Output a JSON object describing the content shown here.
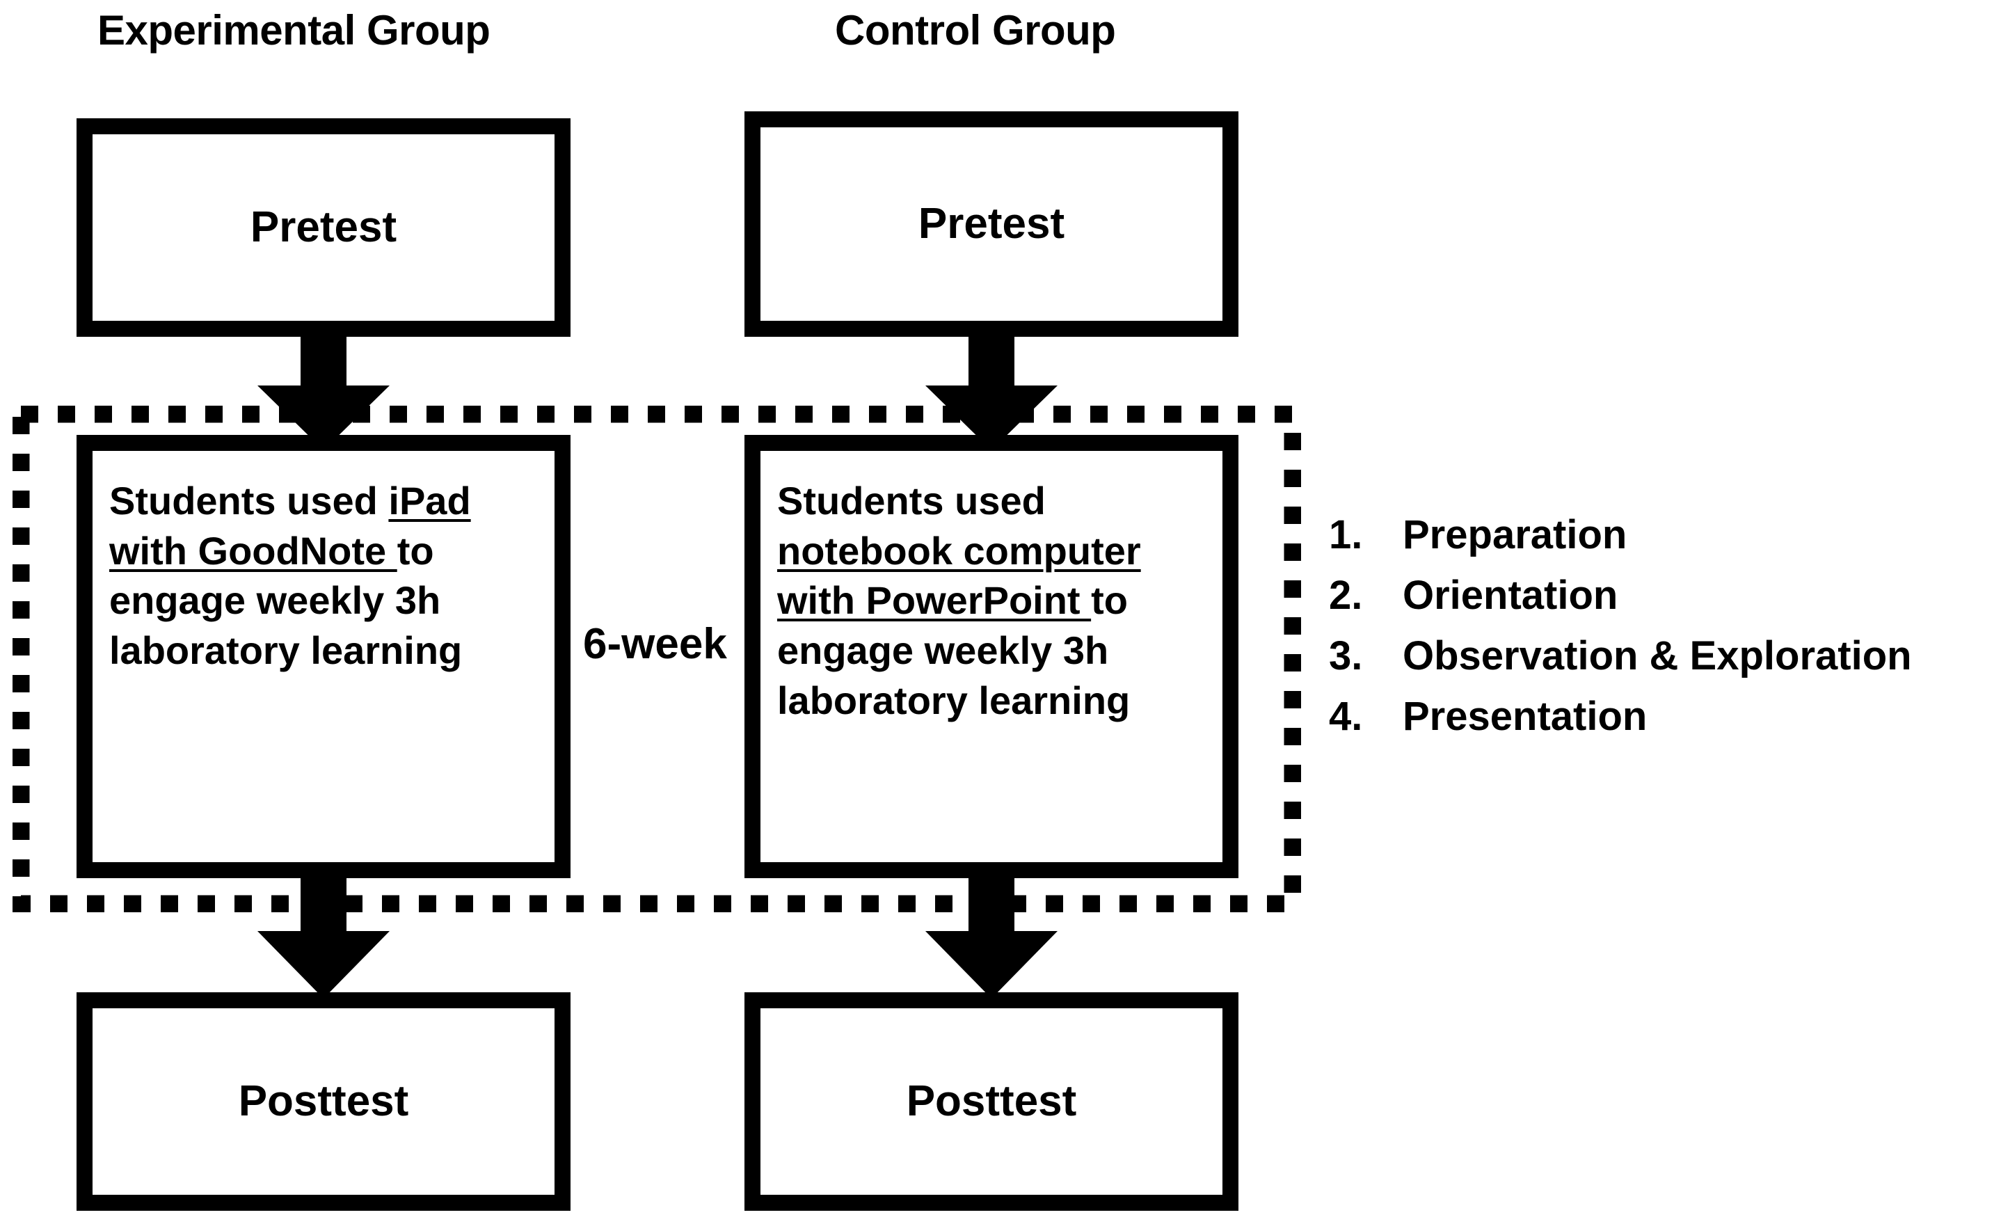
{
  "figure": {
    "type": "flow-diagram",
    "background_color": "#ffffff",
    "line_color": "#000000"
  },
  "columns": [
    {
      "id": "experimental",
      "title": "Experimental Group"
    },
    {
      "id": "control",
      "title": "Control Group"
    }
  ],
  "experimental": {
    "pretest_label": "Pretest",
    "treatment": {
      "line1_plain": "Students used ",
      "line1_underlined": "iPad",
      "line2_underlined": "with GoodNote ",
      "line2_plain": "to",
      "line3": "engage weekly 3h",
      "line4": "laboratory learning"
    },
    "posttest_label": "Posttest"
  },
  "control": {
    "pretest_label": "Pretest",
    "treatment": {
      "line1_plain": "Students used",
      "line2_underlined": "notebook computer",
      "line3_underlined": "with PowerPoint ",
      "line3_plain": "to",
      "line4": "engage weekly 3h",
      "line5": "laboratory learning"
    },
    "posttest_label": "Posttest"
  },
  "duration": {
    "label": "6-week"
  },
  "phases": {
    "items": [
      {
        "number": "1.",
        "label": "Preparation"
      },
      {
        "number": "2.",
        "label": "Orientation"
      },
      {
        "number": "3.",
        "label": "Observation & Exploration"
      },
      {
        "number": "4.",
        "label": "Presentation"
      }
    ]
  },
  "icons": {
    "down_arrow": "down-arrow-icon",
    "dashed_boundary": "dashed-boundary-icon"
  }
}
